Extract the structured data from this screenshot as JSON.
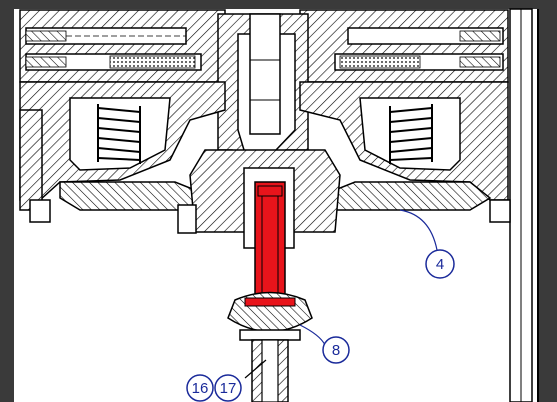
{
  "colors": {
    "frame": "#3a3a3a",
    "paper": "#ffffff",
    "line": "#000000",
    "callout": "#1a2a9a",
    "highlight": "#e8141b"
  },
  "callouts": [
    {
      "label": "4"
    },
    {
      "label": "8"
    },
    {
      "label": "16"
    },
    {
      "label": "17"
    }
  ]
}
